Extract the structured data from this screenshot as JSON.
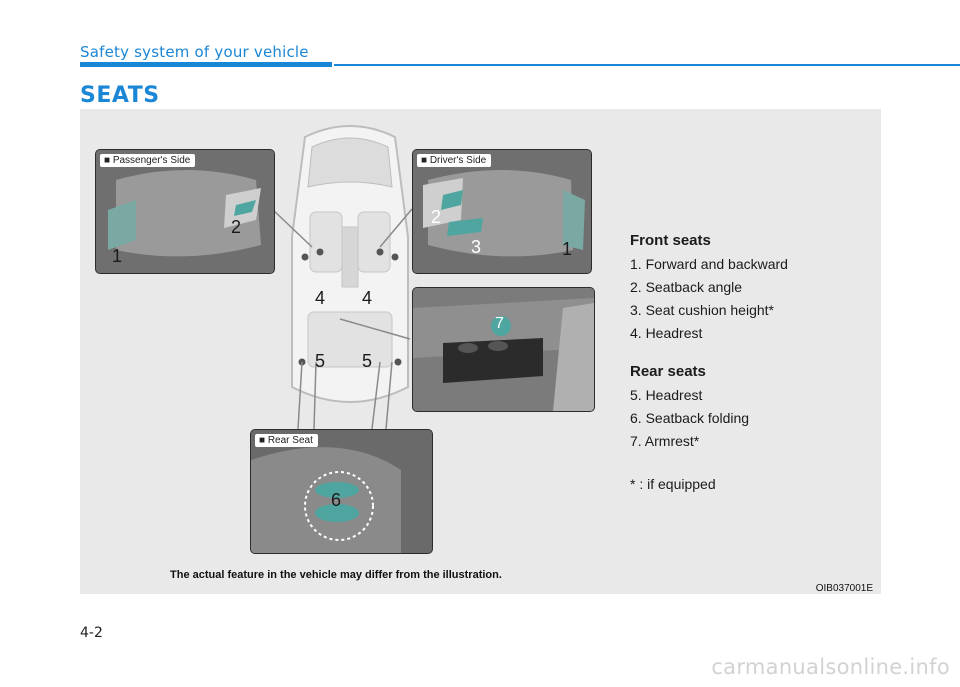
{
  "header": {
    "section": "Safety system of your vehicle"
  },
  "title": "SEATS",
  "figure": {
    "panels": {
      "passenger": "■ Passenger's Side",
      "driver": "■ Driver's Side",
      "rear": "■ Rear Seat"
    },
    "callouts": {
      "p1": "1",
      "p2": "2",
      "d1": "1",
      "d2": "2",
      "d3": "3",
      "c4a": "4",
      "c4b": "4",
      "c5a": "5",
      "c5b": "5",
      "r6": "6",
      "r7": "7"
    },
    "note": "The actual feature in the vehicle may differ from the illustration.",
    "code": "OIB037001E"
  },
  "legend": {
    "front_title": "Front seats",
    "front_items": [
      "1. Forward and backward",
      "2. Seatback angle",
      "3. Seat cushion height*",
      "4. Headrest"
    ],
    "rear_title": "Rear seats",
    "rear_items": [
      "5. Headrest",
      "6. Seatback folding",
      "7. Armrest*"
    ],
    "footnote": "* : if equipped"
  },
  "page_number": "4-2",
  "watermark": "carmanualsonline.info",
  "colors": {
    "accent": "#1a86d6",
    "control_teal": "#4fa6a0",
    "panel_bg": "#5a5a5a"
  }
}
